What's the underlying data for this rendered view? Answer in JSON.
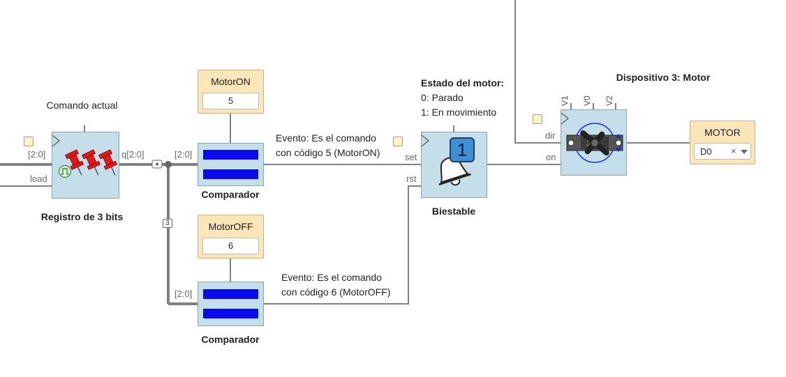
{
  "register": {
    "title": "Registro de 3 bits",
    "caption": "Comando actual",
    "port_in": "[2:0]",
    "port_load": "load",
    "port_out": "q[2:0]"
  },
  "bus_label": "3",
  "const_on": {
    "label": "MotorON",
    "value": "5"
  },
  "const_off": {
    "label": "MotorOFF",
    "value": "6"
  },
  "comp_on": {
    "title": "Comparador",
    "port_in": "[2:0]"
  },
  "comp_off": {
    "title": "Comparador",
    "port_in": "[2:0]"
  },
  "event_on": {
    "line1": "Evento: Es el comando",
    "line2": "con código 5 (MotorON)"
  },
  "event_off": {
    "line1": "Evento: Es el comando",
    "line2": "con código 6 (MotorOFF)"
  },
  "flipflop": {
    "title": "Biestable",
    "port_set": "set",
    "port_rst": "rst",
    "badge": "1",
    "state_title": "Estado del motor:",
    "state_0": "0: Parado",
    "state_1": "1: En movimiento"
  },
  "motor_device": {
    "title": "Dispositivo 3: Motor",
    "port_dir": "dir",
    "port_on": "on",
    "pin_v1": "V1",
    "pin_v0": "V0",
    "pin_v2": "V2"
  },
  "motor_output": {
    "label": "MOTOR",
    "pin": "D0",
    "clear": "×"
  },
  "colors": {
    "block_fill": "#c4dfe9",
    "const_fill": "#fbe6b9",
    "comparator_bar": "#0a0aee",
    "badge": "#3e8fd6"
  },
  "icons": {
    "register": "push-pins-icon",
    "flipflop": "bell-icon",
    "motor": "servo-motor-icon"
  }
}
